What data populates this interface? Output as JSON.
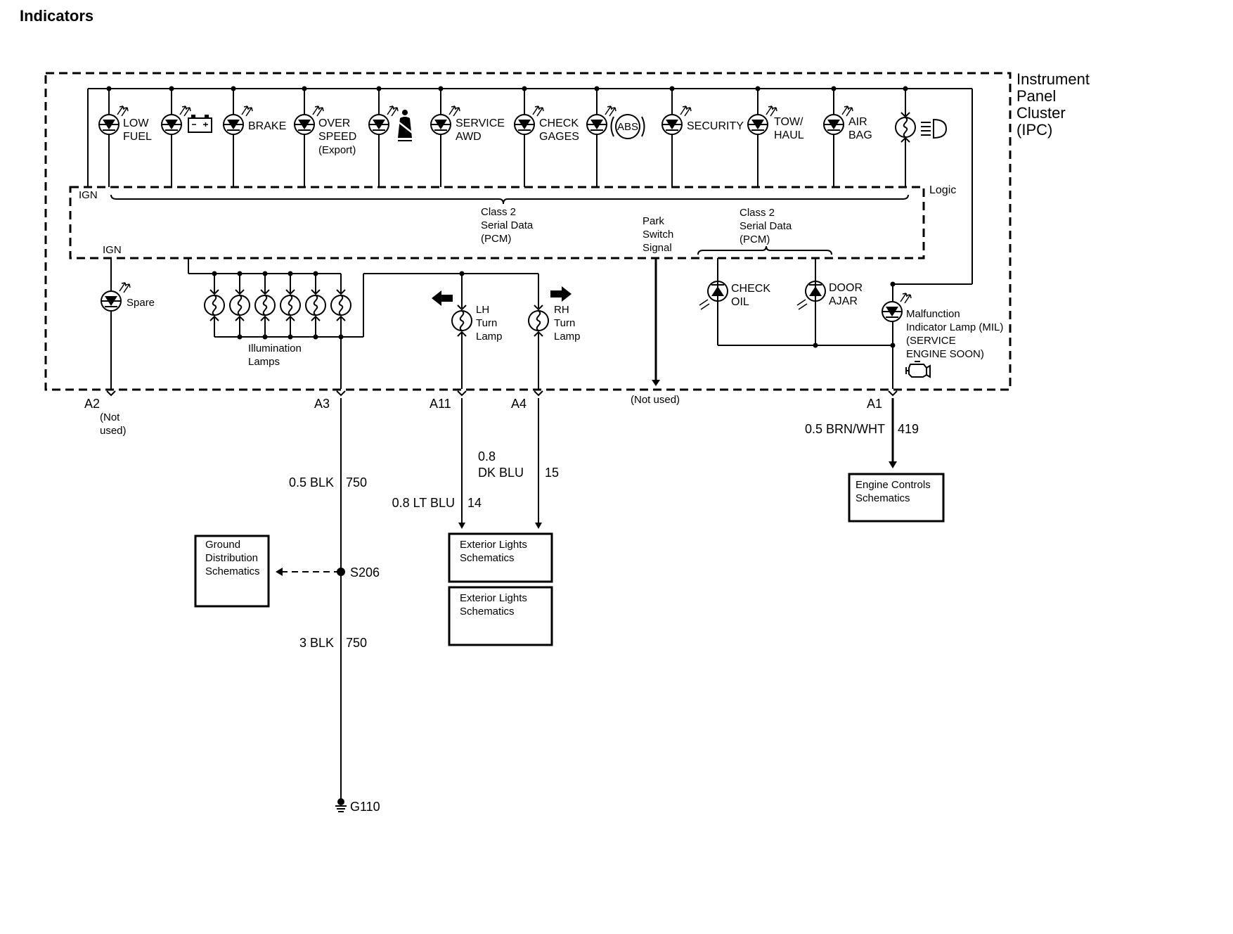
{
  "title": "Indicators",
  "cluster": {
    "name_lines": [
      "Instrument",
      "Panel",
      "Cluster",
      "(IPC)"
    ],
    "logic": "Logic",
    "ign_top": "IGN",
    "ign_low": "IGN",
    "serial_data_main": [
      "Class 2",
      "Serial Data",
      "(PCM)"
    ],
    "serial_data_right": [
      "Class 2",
      "Serial Data",
      "(PCM)"
    ],
    "park_switch": [
      "Park",
      "Switch",
      "Signal"
    ]
  },
  "indicators": [
    {
      "label": [
        "LOW",
        "FUEL"
      ],
      "icon": "fuel-led-icon"
    },
    {
      "label": [],
      "icon": "battery-icon"
    },
    {
      "label": [
        "BRAKE"
      ],
      "icon": "brake-led-icon"
    },
    {
      "label": [
        "OVER",
        "SPEED",
        "(Export)"
      ],
      "icon": "overspeed-led-icon"
    },
    {
      "label": [],
      "icon": "seatbelt-icon"
    },
    {
      "label": [
        "SERVICE",
        "AWD"
      ],
      "icon": "service-awd-led-icon"
    },
    {
      "label": [
        "CHECK",
        "GAGES"
      ],
      "icon": "check-gages-led-icon"
    },
    {
      "label": [
        "ABS"
      ],
      "icon": "abs-icon"
    },
    {
      "label": [
        "SECURITY"
      ],
      "icon": "security-led-icon"
    },
    {
      "label": [
        "TOW/",
        "HAUL"
      ],
      "icon": "tow-haul-led-icon"
    },
    {
      "label": [
        "AIR",
        "BAG"
      ],
      "icon": "air-bag-led-icon"
    },
    {
      "label": [],
      "icon": "high-beam-icon"
    }
  ],
  "lower": {
    "spare": "Spare",
    "illumination": [
      "Illumination",
      "Lamps"
    ],
    "lh_turn": [
      "LH",
      "Turn",
      "Lamp"
    ],
    "rh_turn": [
      "RH",
      "Turn",
      "Lamp"
    ],
    "check_oil": [
      "CHECK",
      "OIL"
    ],
    "door_ajar": [
      "DOOR",
      "AJAR"
    ],
    "mil": [
      "Malfunction",
      "Indicator Lamp (MIL)",
      "(SERVICE",
      "ENGINE SOON)"
    ]
  },
  "connectors": {
    "a2": "A2",
    "a2_note": [
      "(Not",
      "used)"
    ],
    "a3": "A3",
    "a11": "A11",
    "a4": "A4",
    "park_not_used": "(Not used)",
    "a1": "A1"
  },
  "wires": {
    "a3_upper": {
      "gauge_color": "0.5 BLK",
      "circuit": "750"
    },
    "a3_lower": {
      "gauge_color": "3 BLK",
      "circuit": "750"
    },
    "a11": {
      "gauge_color": "0.8 LT BLU",
      "circuit": "14"
    },
    "a4": {
      "gauge_color": [
        "0.8",
        "DK BLU"
      ],
      "circuit": "15"
    },
    "a1": {
      "gauge_color": "0.5 BRN/WHT",
      "circuit": "419"
    }
  },
  "splice": "S206",
  "ground": "G110",
  "reference_boxes": {
    "ground_distribution": [
      "Ground",
      "Distribution",
      "Schematics"
    ],
    "exterior_lights_1": [
      "Exterior Lights",
      "Schematics"
    ],
    "exterior_lights_2": [
      "Exterior Lights",
      "Schematics"
    ],
    "engine_controls": [
      "Engine Controls",
      "Schematics"
    ]
  }
}
